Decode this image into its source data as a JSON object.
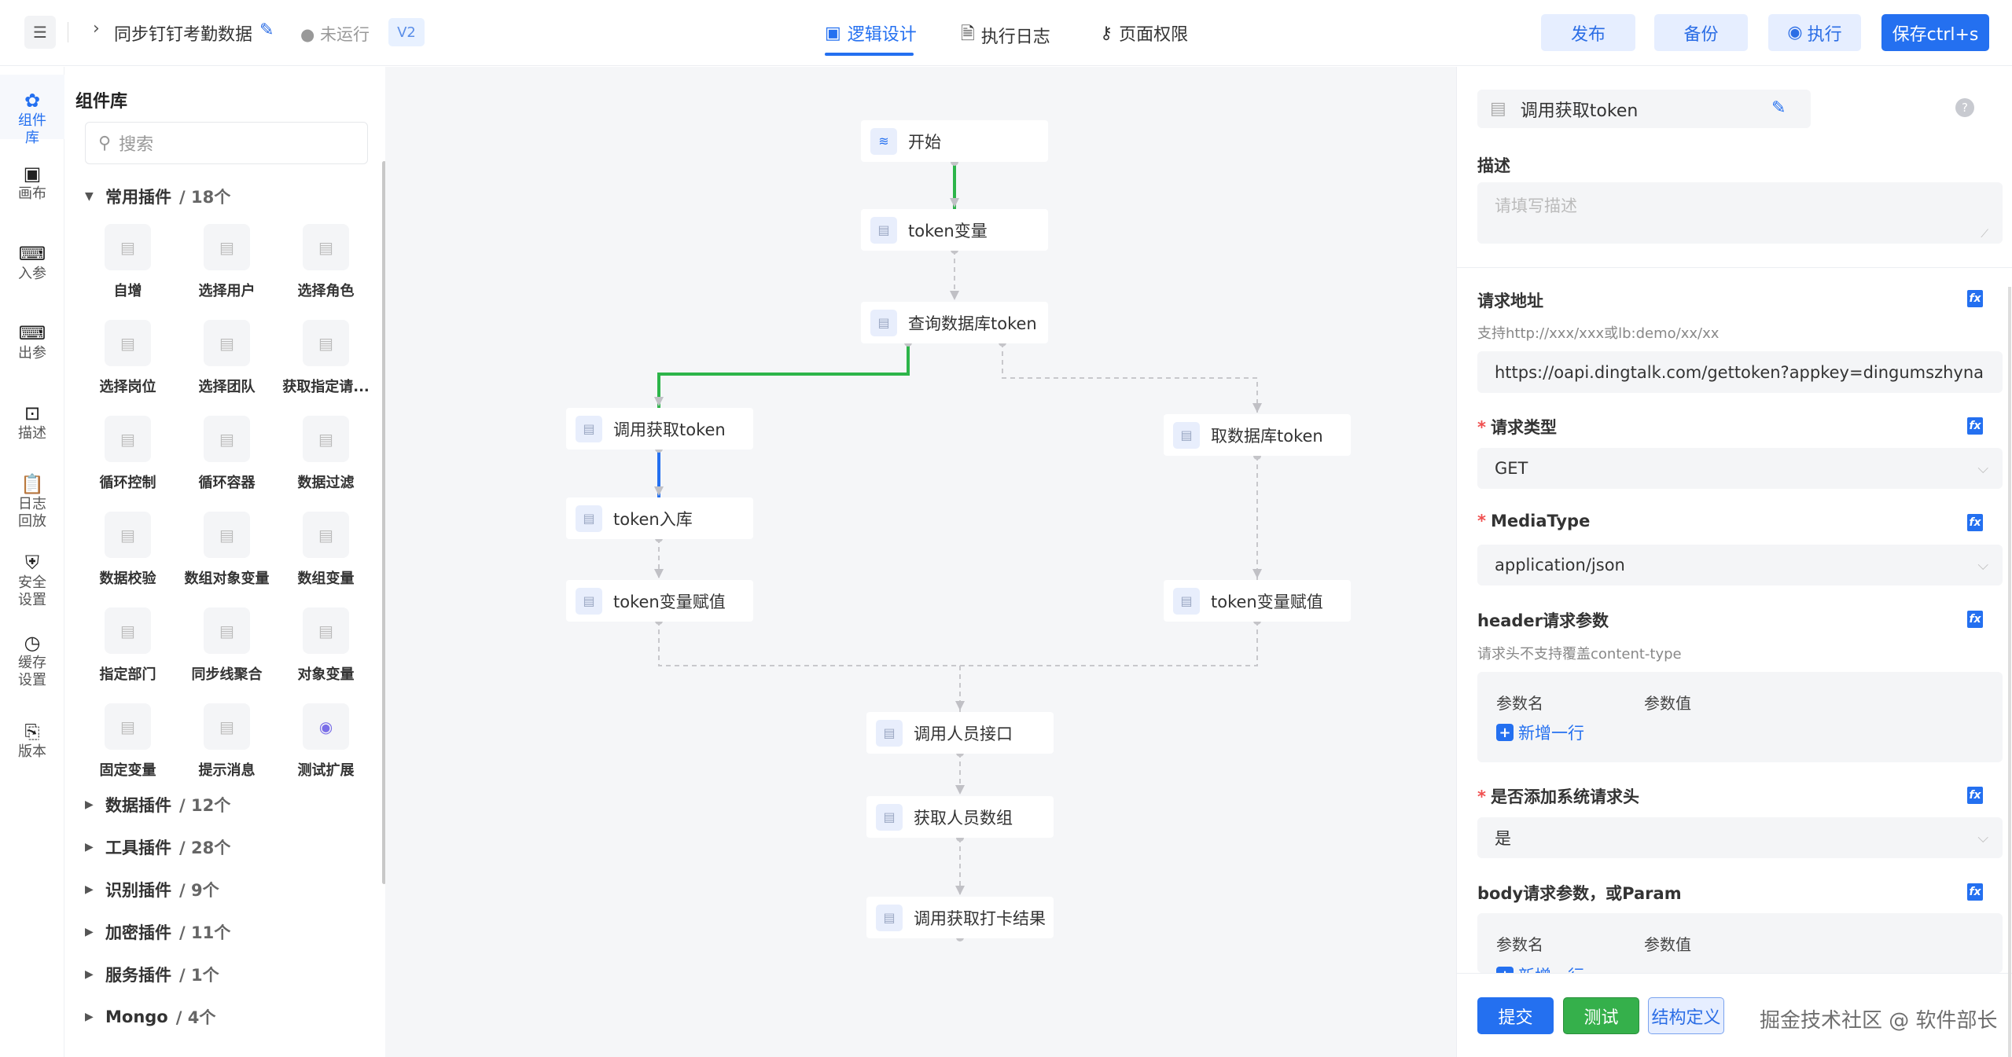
{
  "header": {
    "title": "同步钉钉考勤数据",
    "status": "● 未运行",
    "version": "V2",
    "tabs": [
      {
        "label": "逻辑设计",
        "icon": "design-icon",
        "active": true
      },
      {
        "label": "执行日志",
        "icon": "document-icon",
        "active": false
      },
      {
        "label": "页面权限",
        "icon": "key-icon",
        "active": false
      }
    ],
    "buttons": {
      "publish": "发布",
      "backup": "备份",
      "execute": "执行",
      "save": "保存ctrl+s"
    }
  },
  "rail": [
    {
      "label": "组件库",
      "icon": "puzzle-icon",
      "active": true
    },
    {
      "label": "画布",
      "icon": "canvas-icon"
    },
    {
      "label": "入参",
      "icon": "code-in-icon"
    },
    {
      "label": "出参",
      "icon": "code-out-icon"
    },
    {
      "label": "描述",
      "icon": "describe-icon"
    },
    {
      "label": "日志回放",
      "icon": "log-replay-icon"
    },
    {
      "label": "安全设置",
      "icon": "shield-icon"
    },
    {
      "label": "缓存设置",
      "icon": "clock-icon"
    },
    {
      "label": "版本",
      "icon": "version-icon"
    }
  ],
  "library": {
    "title": "组件库",
    "search_placeholder": "搜索",
    "open_category": {
      "name": "常用插件",
      "count": "/ 18个"
    },
    "components": [
      "自增",
      "选择用户",
      "选择角色",
      "选择岗位",
      "选择团队",
      "获取指定请...",
      "循环控制",
      "循环容器",
      "数据过滤",
      "数据校验",
      "数组对象变量",
      "数组变量",
      "指定部门",
      "同步线聚合",
      "对象变量",
      "固定变量",
      "提示消息",
      "测试扩展"
    ],
    "categories": [
      {
        "name": "数据插件",
        "count": "/ 12个"
      },
      {
        "name": "工具插件",
        "count": "/ 28个"
      },
      {
        "name": "识别插件",
        "count": "/ 9个"
      },
      {
        "name": "加密插件",
        "count": "/ 11个"
      },
      {
        "name": "服务插件",
        "count": "/ 1个"
      },
      {
        "name": "Mongo",
        "count": "/ 4个"
      }
    ]
  },
  "flow": {
    "nodes": [
      "开始",
      "token变量",
      "查询数据库token",
      "调用获取token",
      "取数据库token",
      "token入库",
      "token变量赋值",
      "token变量赋值",
      "调用人员接口",
      "获取人员数组",
      "调用获取打卡结果"
    ],
    "colors": {
      "active_edge": "#2db54a",
      "selected_edge": "#2470f0",
      "idle_edge": "#c8c8cc"
    }
  },
  "panel": {
    "node_name": "调用获取token",
    "desc_label": "描述",
    "desc_placeholder": "请填写描述",
    "url_label": "请求地址",
    "url_hint": "支持http://xxx/xxx或lb:demo/xx/xx",
    "url_value": "https://oapi.dingtalk.com/gettoken?appkey=dingumszhyna",
    "method_label": "请求类型",
    "method_value": "GET",
    "media_label": "MediaType",
    "media_value": "application/json",
    "header_label": "header请求参数",
    "header_hint": "请求头不支持覆盖content-type",
    "param_name": "参数名",
    "param_value": "参数值",
    "add_row": "新增一行",
    "sys_header_label": "是否添加系统请求头",
    "sys_header_value": "是",
    "body_label": "body请求参数，或Param",
    "fx": "fx",
    "submit": "提交",
    "test": "测试",
    "struct": "结构定义"
  },
  "watermark": "掘金技术社区 @ 软件部长"
}
